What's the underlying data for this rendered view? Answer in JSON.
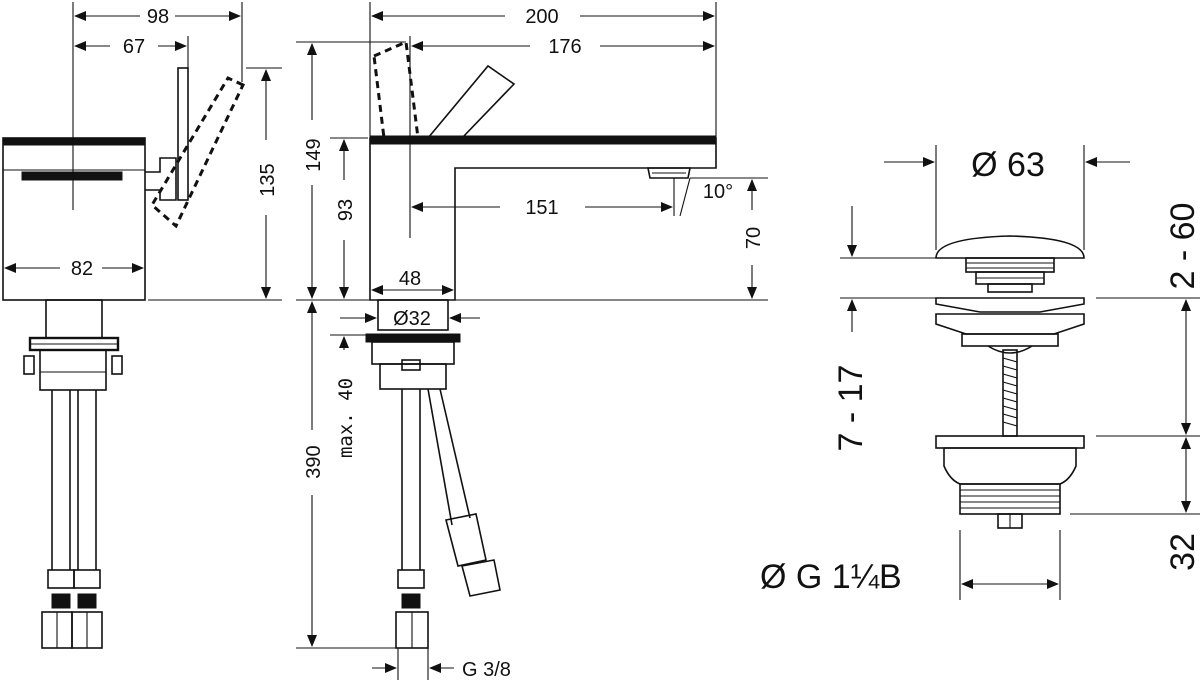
{
  "dimensions": {
    "width_98": "98",
    "width_67": "67",
    "width_200": "200",
    "width_176": "176",
    "height_135": "135",
    "height_149": "149",
    "height_93": "93",
    "length_151": "151",
    "angle_10": "10°",
    "height_70": "70",
    "width_82": "82",
    "width_48": "48",
    "dia_32": "Ø32",
    "max_40": "max. 40",
    "height_390": "390",
    "thread_g38": "G 3/8",
    "dia_63": "Ø 63",
    "range_2_60": "2 - 60",
    "range_7_17": "7 - 17",
    "height_32": "32",
    "thread_g114": "Ø G 1¼B"
  }
}
